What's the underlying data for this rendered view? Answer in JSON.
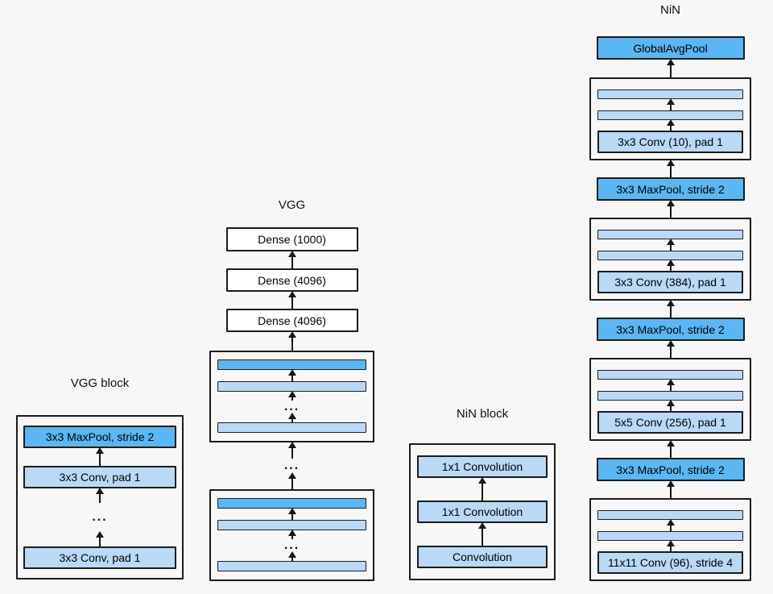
{
  "dots": "...",
  "colors": {
    "bg": "#f7f7f7",
    "pool_blue": "#5ab7f3",
    "conv_blue": "#bad9f7",
    "dense_white": "#ffffff"
  },
  "vgg_block": {
    "title": "VGG block",
    "layers": [
      {
        "label": "3x3 MaxPool, stride 2",
        "type": "pool"
      },
      {
        "label": "3x3 Conv, pad 1",
        "type": "conv"
      },
      {
        "label": "3x3 Conv, pad 1",
        "type": "conv"
      }
    ]
  },
  "vgg": {
    "title": "VGG",
    "dense_layers": [
      {
        "label": "Dense (1000)"
      },
      {
        "label": "Dense (4096)"
      },
      {
        "label": "Dense (4096)"
      }
    ]
  },
  "nin_block": {
    "title": "NiN block",
    "layers": [
      {
        "label": "1x1 Convolution"
      },
      {
        "label": "1x1 Convolution"
      },
      {
        "label": "Convolution"
      }
    ]
  },
  "nin": {
    "title": "NiN",
    "global_pool_label": "GlobalAvgPool",
    "maxpool_label": "3x3 MaxPool, stride 2",
    "blocks": [
      {
        "conv_label": "3x3 Conv (10), pad 1"
      },
      {
        "conv_label": "3x3 Conv (384), pad 1"
      },
      {
        "conv_label": "5x5 Conv (256), pad 1"
      },
      {
        "conv_label": "11x11 Conv (96), stride 4"
      }
    ]
  }
}
